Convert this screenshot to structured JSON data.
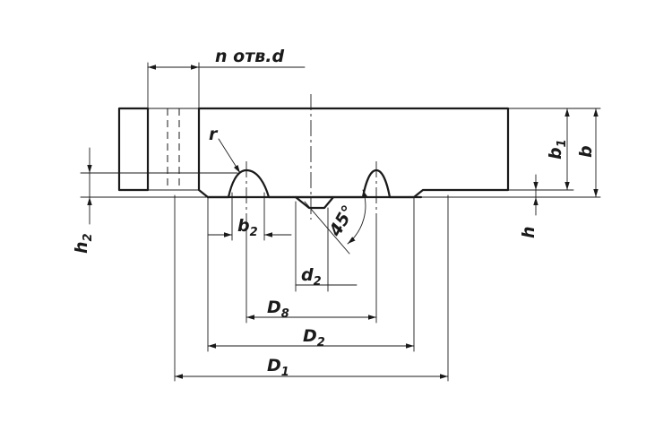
{
  "diagram": {
    "labels": {
      "holes": "n отв.d",
      "r": "r",
      "b1_main": "b",
      "b1_sub": "1",
      "b": "b",
      "h": "h",
      "h2_main": "h",
      "h2_sub": "2",
      "b2_main": "b",
      "b2_sub": "2",
      "angle": "45°",
      "d2_main": "d",
      "d2_sub": "2",
      "D8_main": "D",
      "D8_sub": "8",
      "D2_main": "D",
      "D2_sub": "2",
      "D1_main": "D",
      "D1_sub": "1"
    }
  }
}
